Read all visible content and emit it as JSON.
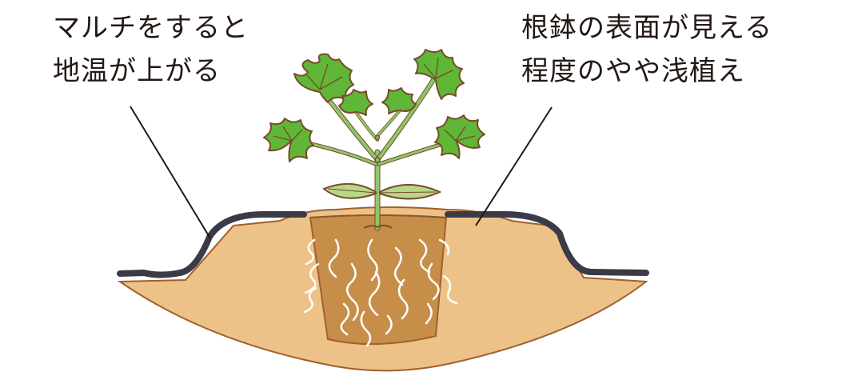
{
  "annotations": {
    "mulch_line1": "マルチをすると",
    "mulch_line2": "地温が上がる",
    "planting_line1": "根鉢の表面が見える",
    "planting_line2": "程度のやや浅植え"
  },
  "colors": {
    "soil": "#edc288",
    "soil_edge": "#a0602f",
    "root_ball": "#c78e4a",
    "mulch": "#3a3b46",
    "leaf": "#5fb637",
    "leaf_edge": "#7a4a2a",
    "stem": "#8bc86a",
    "cotyledon": "#b6d888",
    "roots": "#ffffff",
    "leader_line": "#231815"
  }
}
